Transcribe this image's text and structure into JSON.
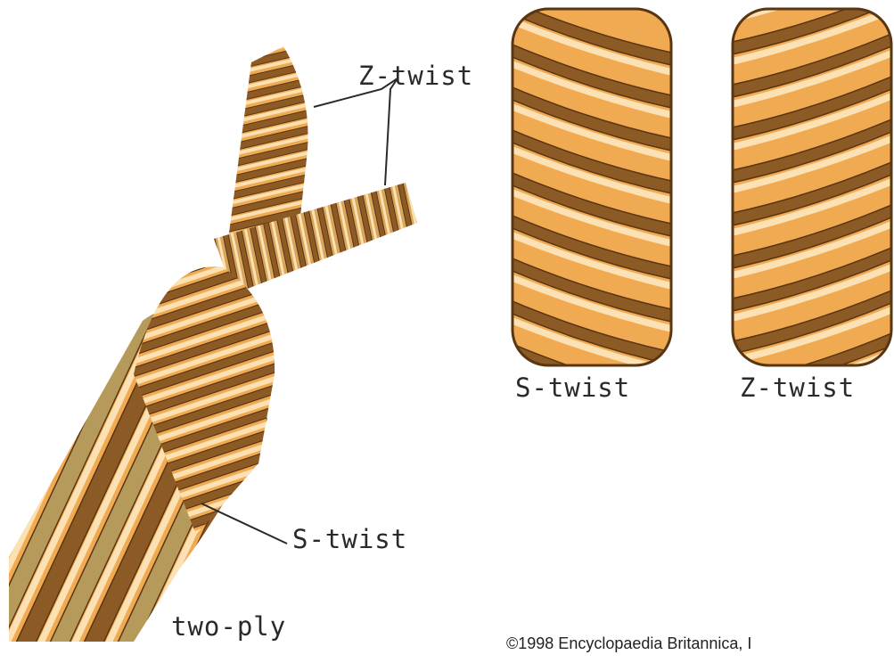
{
  "labels": {
    "z_twist_top": "Z-twist",
    "s_twist_mid": "S-twist",
    "two_ply": "two-ply",
    "s_twist_right": "S-twist",
    "z_twist_right": "Z-twist",
    "copyright": "©1998 Encyclopaedia Britannica, I"
  },
  "colors": {
    "background": "#ffffff",
    "strand_base": "#f0aa52",
    "strand_light": "#fbe1b4",
    "strand_dark": "#8c5a25",
    "strand_olive": "#b59a5c",
    "outline": "#5a3511",
    "leader": "#2a2a2a"
  }
}
